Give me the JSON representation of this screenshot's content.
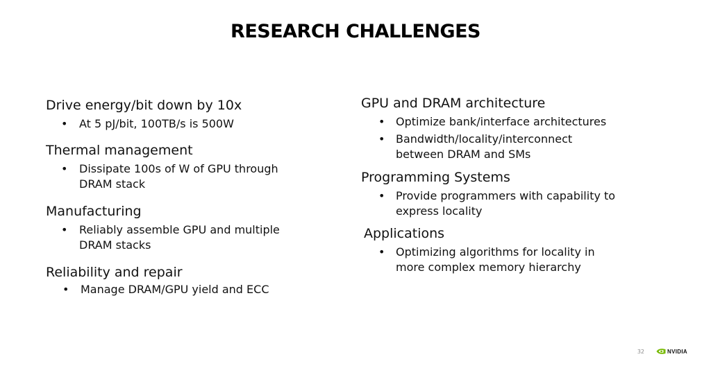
{
  "title": "RESEARCH CHALLENGES",
  "left_column": [
    {
      "heading": "Drive energy/bit down by 10x",
      "bullets": [
        "At 5 pJ/bit, 100TB/s is 500W"
      ]
    },
    {
      "heading": "Thermal management",
      "bullets": [
        "Dissipate 100s of W of GPU through\nDRAM stack"
      ]
    },
    {
      "heading": "Manufacturing",
      "bullets": [
        "Reliably assemble GPU and multiple\nDRAM stacks"
      ]
    },
    {
      "heading": "Reliability and repair",
      "bullets": [
        "Manage DRAM/GPU yield and ECC"
      ]
    }
  ],
  "right_column": [
    {
      "heading": "GPU and DRAM architecture",
      "bullets": [
        "Optimize bank/interface architectures",
        "Bandwidth/locality/interconnect\nbetween DRAM and SMs"
      ]
    },
    {
      "heading": "Programming Systems",
      "bullets": [
        "Provide programmers with capability to\nexpress locality"
      ]
    },
    {
      "heading": "Applications",
      "bullets": [
        "Optimizing algorithms for locality in\nmore complex memory hierarchy"
      ]
    }
  ],
  "bullet_symbol": "•",
  "footer": {
    "page_number": "32",
    "logo_text": "NVIDIA",
    "logo_icon": "nvidia-eye-icon",
    "logo_color": "#76B900"
  }
}
